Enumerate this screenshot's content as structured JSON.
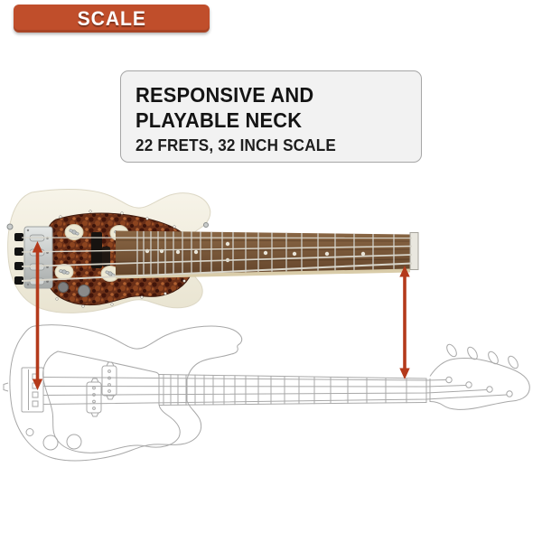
{
  "page": {
    "background": "#FFFFFF"
  },
  "badge": {
    "label": "SCALE",
    "background": "#C04E2B",
    "text_color": "#FFFFFF"
  },
  "info_box": {
    "title_line1": "RESPONSIVE AND",
    "title_line2": "PLAYABLE NECK",
    "subtitle": "22 FRETS, 32 INCH SCALE",
    "background": "#F2F2F2",
    "border_color": "#A6A6A6",
    "text_color": "#141414"
  },
  "figure": {
    "arrow_color": "#B43A1B",
    "outline_stroke": "#A8A8A8",
    "guitar_body_color": "#F2EEE1",
    "pickguard_base_color": "#6B3018",
    "fretboard_color": "#7A5838",
    "string_count": 4,
    "fret_count": 22,
    "scale_inches": 32
  }
}
